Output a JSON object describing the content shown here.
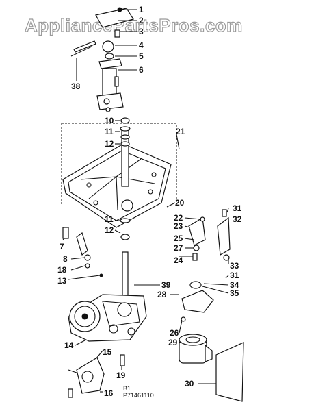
{
  "watermark": "AppliancePartsPros.com",
  "footer_codes": [
    "B1",
    "P71461110"
  ],
  "callouts": {
    "c1": "1",
    "c2": "2",
    "c3": "3",
    "c4": "4",
    "c5": "5",
    "c6": "6",
    "c7": "7",
    "c8": "8",
    "c10": "10",
    "c11a": "11",
    "c12a": "12",
    "c11b": "11",
    "c12b": "12",
    "c13": "13",
    "c14": "14",
    "c15": "15",
    "c16": "16",
    "c18": "18",
    "c19": "19",
    "c20": "20",
    "c21": "21",
    "c22": "22",
    "c23": "23",
    "c24": "24",
    "c25": "25",
    "c26": "26",
    "c27": "27",
    "c28": "28",
    "c29": "29",
    "c30": "30",
    "c31a": "31",
    "c31b": "31",
    "c32": "32",
    "c33": "33",
    "c34": "34",
    "c35": "35",
    "c38": "38",
    "c39": "39"
  }
}
